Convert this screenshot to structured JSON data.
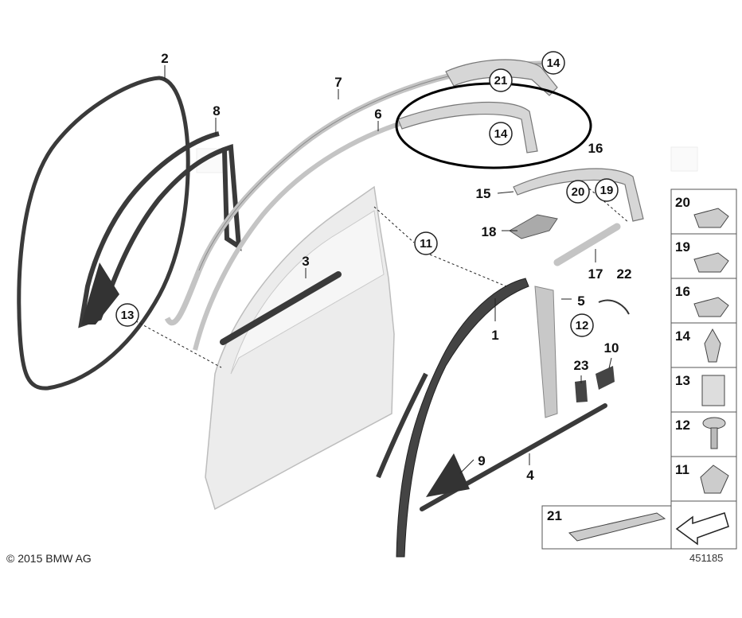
{
  "copyright": "© 2015 BMW AG",
  "image_number": "451185",
  "callouts": {
    "c1": "1",
    "c2": "2",
    "c3": "3",
    "c4": "4",
    "c5": "5",
    "c6": "6",
    "c7": "7",
    "c8": "8",
    "c9": "9",
    "c10": "10",
    "c11": "11",
    "c12": "12",
    "c13": "13",
    "c14a": "14",
    "c14b": "14",
    "c15": "15",
    "c16": "16",
    "c17": "17",
    "c18": "18",
    "c19": "19",
    "c20": "20",
    "c21": "21",
    "c22": "22",
    "c23": "23"
  },
  "legend": [
    "20",
    "19",
    "16",
    "14",
    "13",
    "12",
    "11"
  ],
  "legend_wide": "21",
  "colors": {
    "rubber": "#3a3a3a",
    "trim": "#b9b9b9",
    "door": "#ececec",
    "highlight_ring": "#000000"
  }
}
